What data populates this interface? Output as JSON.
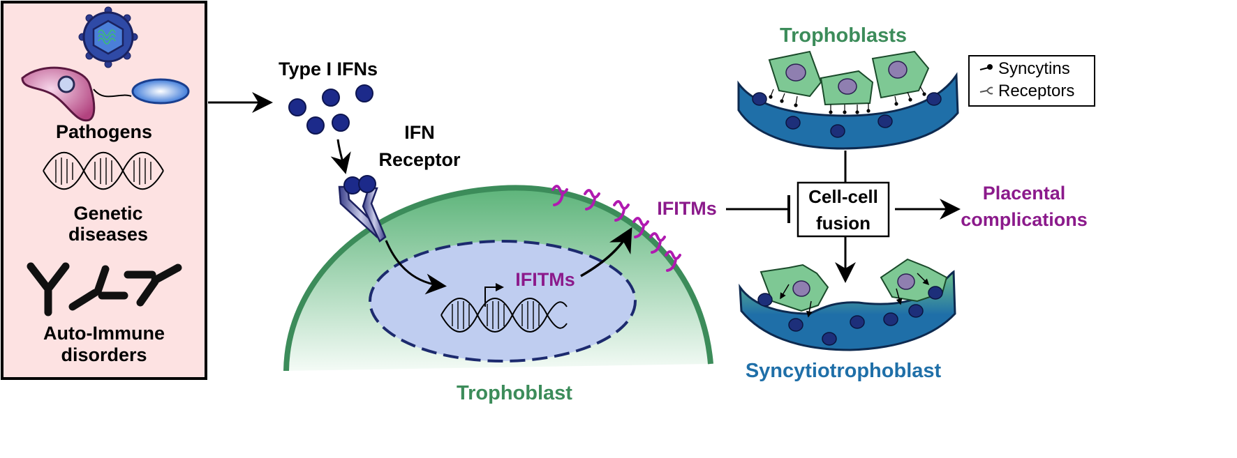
{
  "causes": {
    "pathogens": "Pathogens",
    "genetic": [
      "Genetic",
      "diseases"
    ],
    "autoimmune": [
      "Auto-Immune",
      "disorders"
    ]
  },
  "signaling": {
    "type1_ifns": "Type I IFNs",
    "receptor": [
      "IFN",
      "Receptor"
    ],
    "ifitms_nucleus": "IFITMs",
    "ifitms_membrane": "IFITMs",
    "trophoblast": "Trophoblast"
  },
  "fusion": {
    "trophoblasts": "Trophoblasts",
    "cell_fusion": [
      "Cell-cell",
      "fusion"
    ],
    "outcome": [
      "Placental",
      "complications"
    ],
    "syncytio": "Syncytiotrophoblast"
  },
  "legend": {
    "syncytins": "Syncytins",
    "receptors": "Receptors"
  },
  "colors": {
    "causes_bg": "#fde2e2",
    "green": "#3c8c5a",
    "cell_green": "#7ec894",
    "blue_cell": "#1f6fa8",
    "nucleus_fill": "#bfcdf0",
    "dark_navy": "#1c2a6e",
    "purple": "#8b1a8b"
  }
}
